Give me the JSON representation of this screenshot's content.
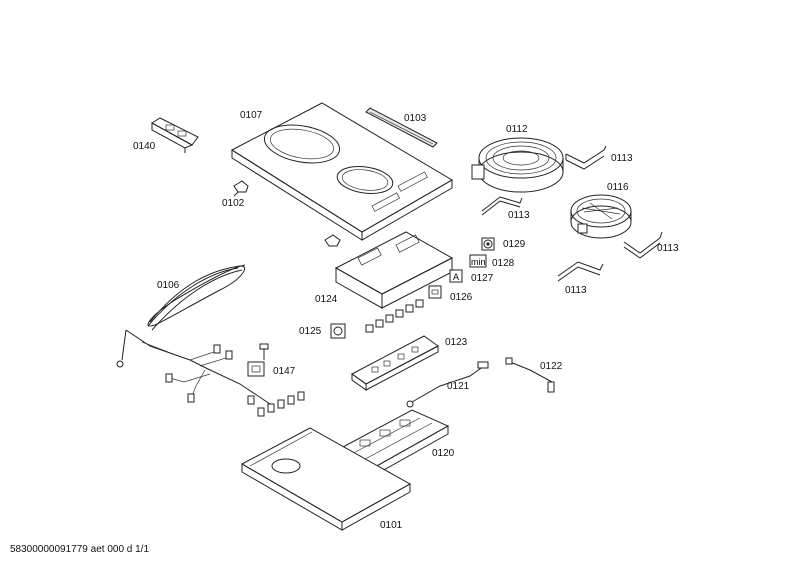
{
  "labels": {
    "p0107": "0107",
    "p0103": "0103",
    "p0140": "0140",
    "p0102": "0102",
    "p0112": "0112",
    "p0113a": "0113",
    "p0113b": "0113",
    "p0113c": "0113",
    "p0113d": "0113",
    "p0116": "0116",
    "p0129": "0129",
    "p0128": "0128",
    "p0127": "0127",
    "p0126": "0126",
    "p0124": "0124",
    "p0106": "0106",
    "p0125": "0125",
    "p0123": "0123",
    "p0147": "0147",
    "p0121": "0121",
    "p0122": "0122",
    "p0120": "0120",
    "p0101": "0101"
  },
  "icons": {
    "min_text": "min",
    "a_text": "A"
  },
  "footer": {
    "doc_id": "58300000091779 aet 000 d 1/1"
  }
}
